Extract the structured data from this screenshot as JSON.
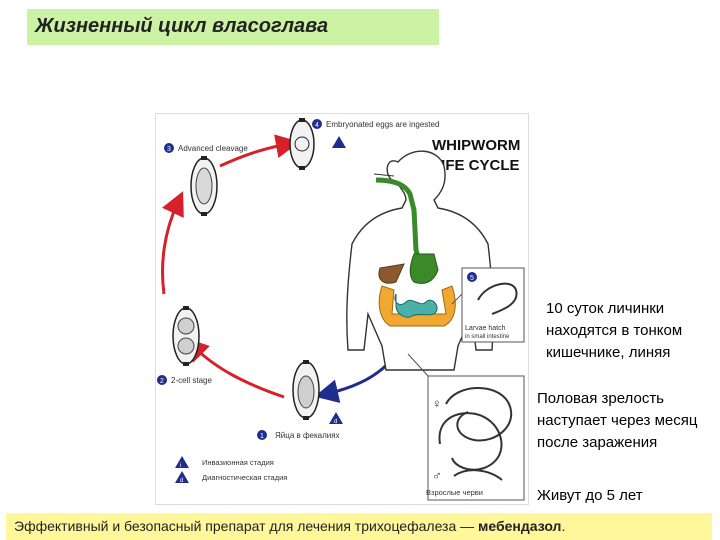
{
  "title": "Жизненный цикл власоглава",
  "figure": {
    "heading_line1": "WHIPWORM",
    "heading_line2": "LIFE CYCLE",
    "stages": [
      {
        "num": "1",
        "label": "Яйца в фекалиях"
      },
      {
        "num": "2",
        "label": "2-cell stage"
      },
      {
        "num": "3",
        "label": "Advanced cleavage"
      },
      {
        "num": "4",
        "label": "Embryonated eggs are ingested"
      },
      {
        "num": "5",
        "label": "Larvae hatch",
        "label2": "in small intestine"
      }
    ],
    "adults_label": "Взрослые черви",
    "legend": [
      {
        "symbol": "i",
        "text": "Инвазионная стадия"
      },
      {
        "symbol": "d",
        "text": "Диагностическая стадия"
      }
    ],
    "female_symbol": "♀",
    "male_symbol": "♂"
  },
  "notes": {
    "larvae": "10 суток личинки находятся в тонком кишечнике, линяя",
    "maturity": "Половая зрелость наступает через месяц после заражения",
    "lifespan": "Живут до 5 лет"
  },
  "bottom": {
    "text": "Эффективный и безопасный препарат для лечения трихоцефалеза — ",
    "drug": "мебендазол",
    "end": "."
  },
  "colors": {
    "title_bg": "#ccf2a4",
    "bottom_bg": "#fff799",
    "arrow_red": "#d6202a",
    "arrow_blue": "#1f2d8c",
    "gut_green": "#3a8a2a",
    "stomach_brown": "#8a5a2c",
    "colon_orange": "#f0a830",
    "small_intestine_teal": "#4ab0a8"
  }
}
